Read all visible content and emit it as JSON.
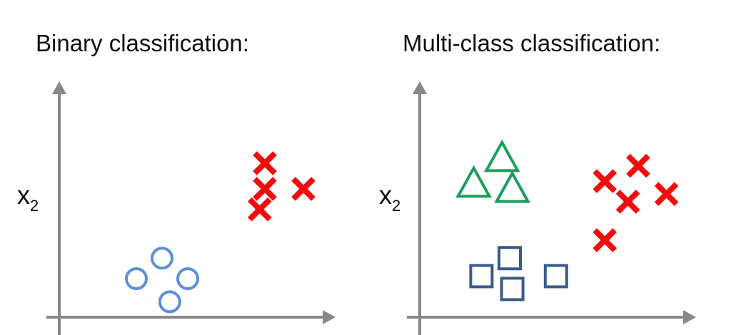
{
  "panels": [
    {
      "id": "binary",
      "title": "Binary classification:",
      "y_axis_label": {
        "main": "x",
        "sub": "2"
      },
      "colors": {
        "o": "#5b8fd6",
        "x": "#f20d0d"
      },
      "groups": [
        {
          "shape": "circle",
          "color_key": "o",
          "points": [
            [
              4,
              2.3
            ],
            [
              3,
              1.5
            ],
            [
              5,
              1.5
            ],
            [
              4.3,
              0.6
            ]
          ]
        },
        {
          "shape": "cross",
          "color_key": "x",
          "points": [
            [
              8,
              6
            ],
            [
              8,
              5
            ],
            [
              9.5,
              5
            ],
            [
              7.8,
              4.2
            ]
          ]
        }
      ]
    },
    {
      "id": "multiclass",
      "title": "Multi-class classification:",
      "y_axis_label": {
        "main": "x",
        "sub": "2"
      },
      "colors": {
        "tri": "#1b9e5a",
        "x": "#f20d0d",
        "sq": "#3a5a8c"
      },
      "groups": [
        {
          "shape": "triangle",
          "color_key": "tri",
          "points": [
            [
              3.2,
              6.2
            ],
            [
              2.1,
              5.2
            ],
            [
              3.6,
              5.0
            ]
          ]
        },
        {
          "shape": "cross",
          "color_key": "x",
          "points": [
            [
              7.2,
              5.3
            ],
            [
              8.5,
              5.9
            ],
            [
              8.1,
              4.5
            ],
            [
              9.6,
              4.8
            ],
            [
              7.2,
              3.0
            ]
          ]
        },
        {
          "shape": "square",
          "color_key": "sq",
          "points": [
            [
              3.5,
              2.3
            ],
            [
              2.4,
              1.6
            ],
            [
              5.3,
              1.6
            ],
            [
              3.6,
              1.1
            ]
          ]
        }
      ]
    }
  ]
}
